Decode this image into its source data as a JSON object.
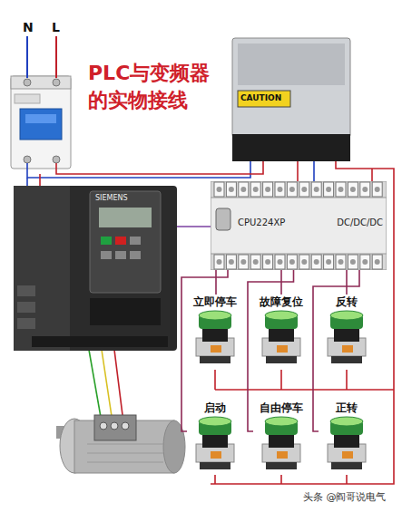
{
  "diagram": {
    "title": "PLC与变频器的实物接线",
    "nodes": [
      {
        "text": [
          "CPU224XP",
          "DC/DC/DC"
        ]
      },
      {
        "text": [
          "立即停车"
        ]
      },
      {
        "text": [
          "故障复位"
        ]
      },
      {
        "text": [
          "反转"
        ]
      },
      {
        "text": [
          "启动"
        ]
      },
      {
        "text": [
          "自由停车"
        ]
      },
      {
        "text": [
          "正转"
        ]
      },
      {
        "text": [
          "SIEMENS"
        ]
      }
    ],
    "edges": [
      {
        "from": 1,
        "to": 0,
        "arrow": "none"
      },
      {
        "from": 2,
        "to": 0,
        "arrow": "none"
      },
      {
        "from": 3,
        "to": 0,
        "arrow": "none"
      },
      {
        "from": 4,
        "to": 0,
        "arrow": "none"
      },
      {
        "from": 5,
        "to": 0,
        "arrow": "none"
      },
      {
        "from": 6,
        "to": 0,
        "arrow": "none"
      },
      {
        "from": 7,
        "to": 0,
        "arrow": "none"
      }
    ],
    "labels": [
      "N",
      "L",
      "CAUTION",
      "头条 @阎哥说电气"
    ]
  }
}
